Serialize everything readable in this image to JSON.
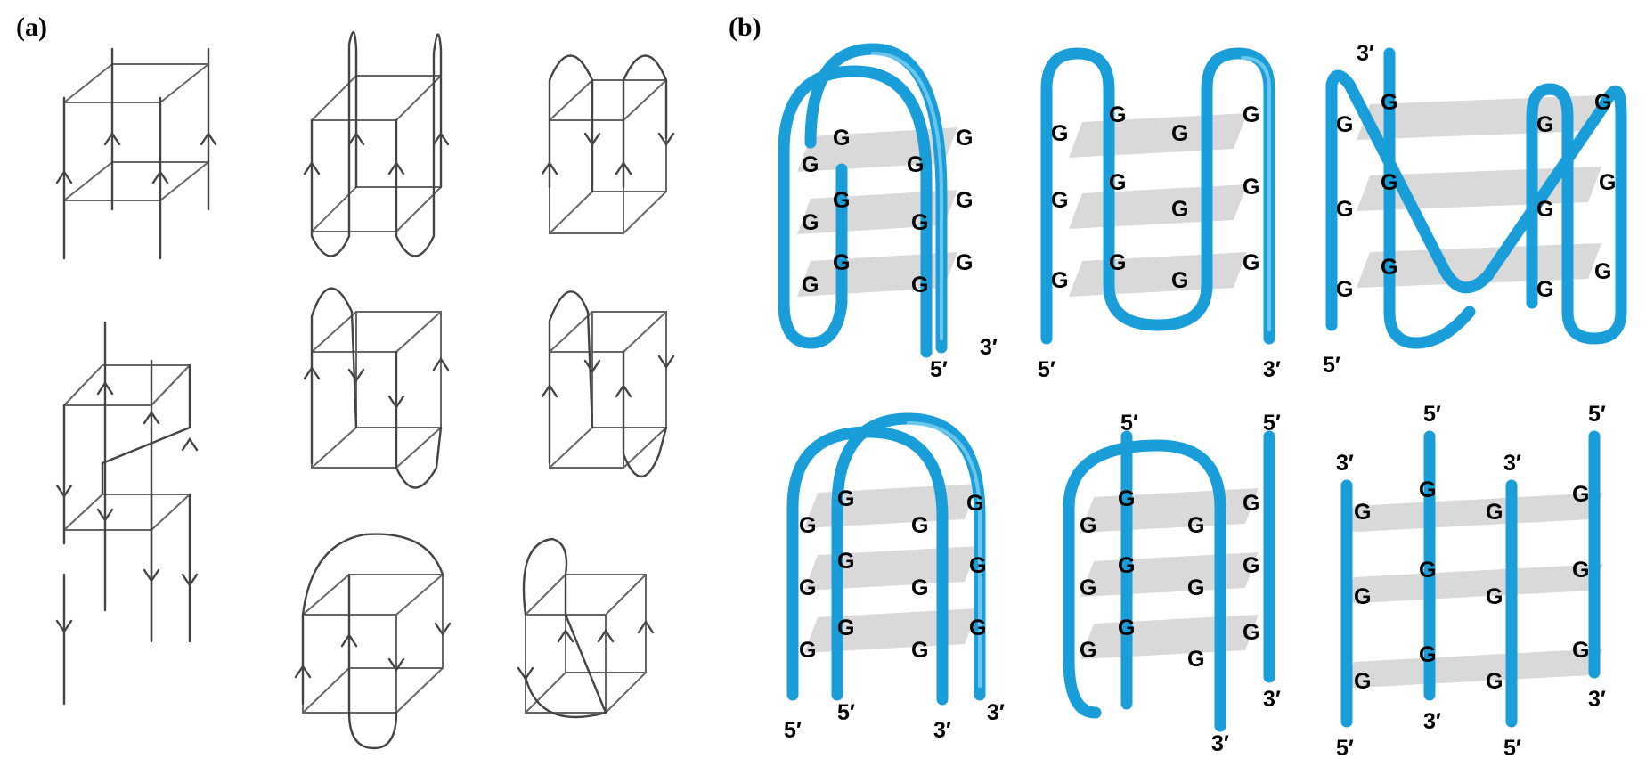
{
  "panel_a": {
    "label": "(a)"
  },
  "panel_b": {
    "label": "(b)"
  },
  "colors": {
    "strand": "#1a9ed9",
    "plane": "#d9d9d9",
    "wire": "#444444"
  },
  "guanine_letter": "G",
  "prime_5": "5′",
  "prime_3": "3′",
  "topologies_b": [
    {
      "ends": [
        "5′",
        "3′"
      ]
    },
    {
      "ends": [
        "5′",
        "3′"
      ]
    },
    {
      "ends": [
        "3′",
        "5′"
      ]
    },
    {
      "ends": [
        "5′",
        "5′",
        "3′",
        "3′"
      ]
    },
    {
      "ends": [
        "5′",
        "5′",
        "3′",
        "3′"
      ]
    },
    {
      "ends": [
        "3′",
        "5′",
        "3′",
        "5′",
        "5′",
        "3′",
        "5′",
        "3′"
      ]
    }
  ]
}
